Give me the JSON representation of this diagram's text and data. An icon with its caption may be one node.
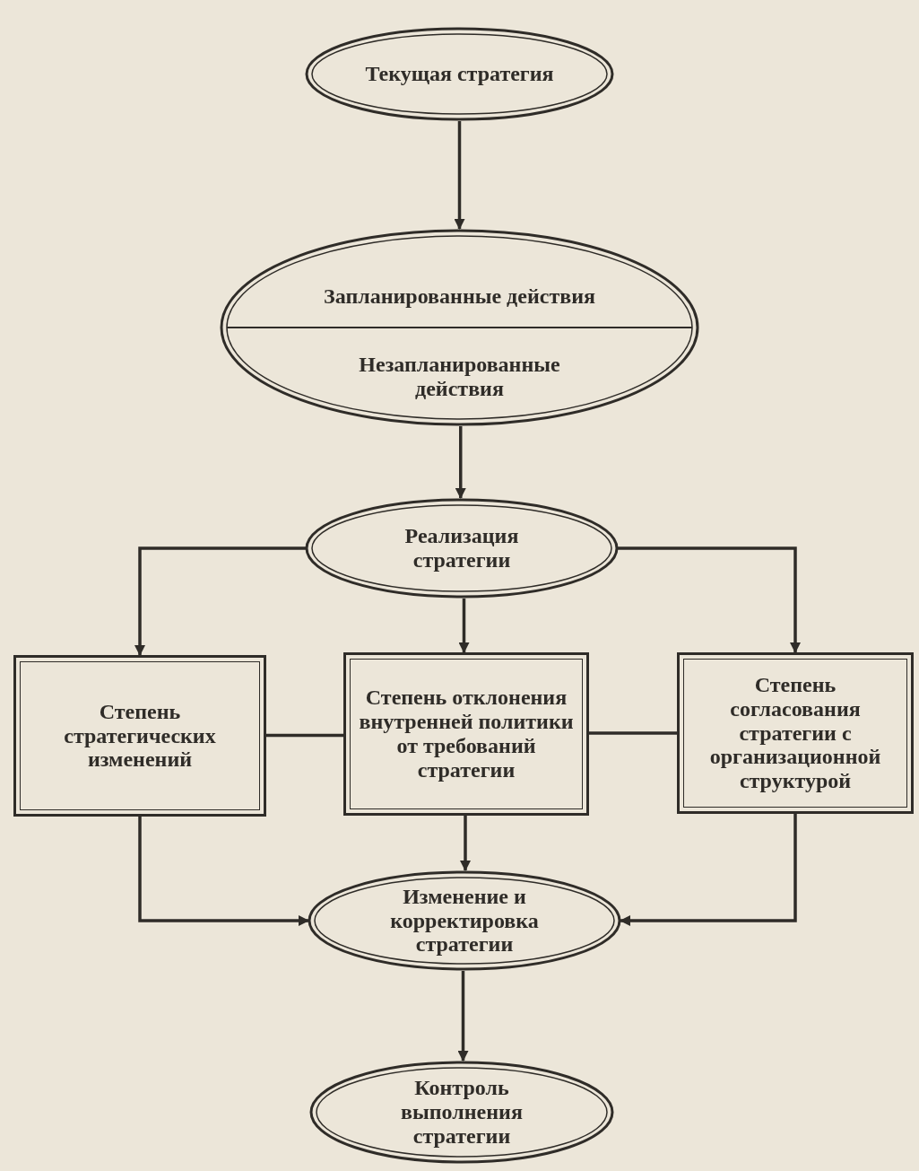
{
  "diagram": {
    "nodes": [
      {
        "text": [
          "Текущая стратегия"
        ]
      },
      {
        "text": [
          "Запланированные действия",
          "Незапланированные действия"
        ]
      },
      {
        "text": [
          "Реализация стратегии"
        ]
      },
      {
        "text": [
          "Степень стратегических изменений"
        ]
      },
      {
        "text": [
          "Степень отклонения внутренней политики от требований стратегии"
        ]
      },
      {
        "text": [
          "Степень согласования стратегии с организационной структурой"
        ]
      },
      {
        "text": [
          "Изменение и корректировка стратегии"
        ]
      },
      {
        "text": [
          "Контроль выполнения стратегии"
        ]
      }
    ],
    "edges": [
      {
        "from": 0,
        "to": 1,
        "arrow": "to"
      },
      {
        "from": 1,
        "to": 2,
        "arrow": "to"
      },
      {
        "from": 2,
        "to": 3,
        "arrow": "to"
      },
      {
        "from": 2,
        "to": 4,
        "arrow": "to"
      },
      {
        "from": 2,
        "to": 5,
        "arrow": "to"
      },
      {
        "from": 3,
        "to": 4,
        "arrow": "none"
      },
      {
        "from": 4,
        "to": 5,
        "arrow": "none"
      },
      {
        "from": 4,
        "to": 6,
        "arrow": "to"
      },
      {
        "from": 3,
        "to": 6,
        "arrow": "to"
      },
      {
        "from": 5,
        "to": 6,
        "arrow": "to"
      },
      {
        "from": 6,
        "to": 7,
        "arrow": "to"
      }
    ]
  }
}
